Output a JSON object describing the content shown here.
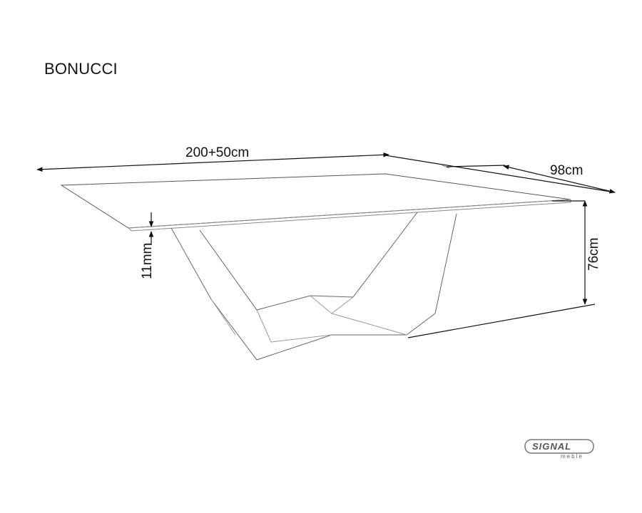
{
  "product": {
    "name": "BONUCCI"
  },
  "dimensions": {
    "length": "200+50cm",
    "width": "98cm",
    "height": "76cm",
    "top_thickness": "11mm"
  },
  "brand": {
    "name": "SIGNAL",
    "tagline": "meble"
  }
}
